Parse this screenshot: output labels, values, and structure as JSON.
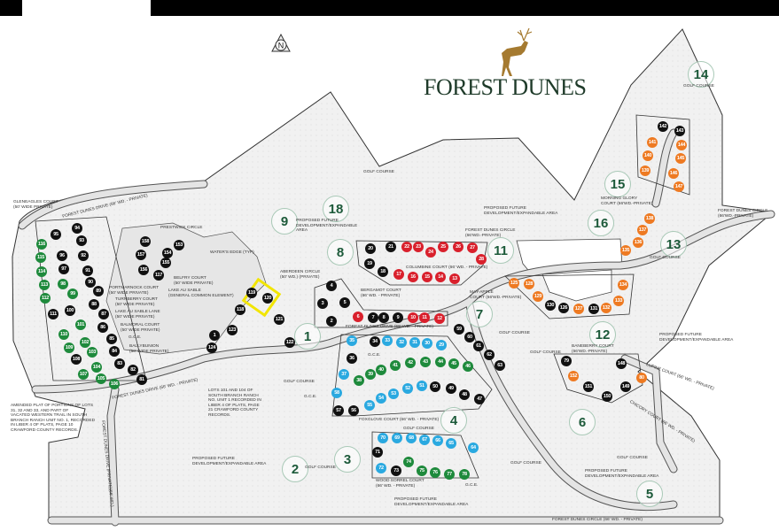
{
  "logo": {
    "text": "FOREST DUNES",
    "brand_color": "#1f3b2a",
    "deer_color": "#a57a30"
  },
  "north_arrow": "N",
  "lot_colors": {
    "black": "#111111",
    "green": "#1e8a3c",
    "red": "#d9202c",
    "blue": "#2aa9e0",
    "orange": "#ee7a22"
  },
  "highlight_color": "#f2e500",
  "highlighted_lots": [
    "119",
    "120"
  ],
  "holes": [
    "1",
    "2",
    "3",
    "4",
    "5",
    "6",
    "7",
    "8",
    "9",
    "11",
    "12",
    "13",
    "14",
    "15",
    "16",
    "18"
  ],
  "lots": [
    {
      "n": "95",
      "c": "black"
    },
    {
      "n": "94",
      "c": "black"
    },
    {
      "n": "116",
      "c": "green"
    },
    {
      "n": "93",
      "c": "black"
    },
    {
      "n": "96",
      "c": "black"
    },
    {
      "n": "115",
      "c": "green"
    },
    {
      "n": "92",
      "c": "black"
    },
    {
      "n": "97",
      "c": "black"
    },
    {
      "n": "114",
      "c": "green"
    },
    {
      "n": "91",
      "c": "black"
    },
    {
      "n": "113",
      "c": "green"
    },
    {
      "n": "98",
      "c": "green"
    },
    {
      "n": "90",
      "c": "black"
    },
    {
      "n": "99",
      "c": "green"
    },
    {
      "n": "89",
      "c": "black"
    },
    {
      "n": "112",
      "c": "green"
    },
    {
      "n": "88",
      "c": "black"
    },
    {
      "n": "111",
      "c": "black"
    },
    {
      "n": "100",
      "c": "black"
    },
    {
      "n": "87",
      "c": "black"
    },
    {
      "n": "101",
      "c": "green"
    },
    {
      "n": "86",
      "c": "black"
    },
    {
      "n": "110",
      "c": "green"
    },
    {
      "n": "102",
      "c": "green"
    },
    {
      "n": "85",
      "c": "black"
    },
    {
      "n": "109",
      "c": "green"
    },
    {
      "n": "103",
      "c": "green"
    },
    {
      "n": "84",
      "c": "black"
    },
    {
      "n": "108",
      "c": "black"
    },
    {
      "n": "104",
      "c": "green"
    },
    {
      "n": "83",
      "c": "black"
    },
    {
      "n": "82",
      "c": "black"
    },
    {
      "n": "107",
      "c": "green"
    },
    {
      "n": "105",
      "c": "green"
    },
    {
      "n": "106",
      "c": "green"
    },
    {
      "n": "81",
      "c": "black"
    },
    {
      "n": "158",
      "c": "black"
    },
    {
      "n": "153",
      "c": "black"
    },
    {
      "n": "157",
      "c": "black"
    },
    {
      "n": "154",
      "c": "black"
    },
    {
      "n": "155",
      "c": "black"
    },
    {
      "n": "156",
      "c": "black"
    },
    {
      "n": "117",
      "c": "black"
    },
    {
      "n": "119",
      "c": "black"
    },
    {
      "n": "118",
      "c": "black"
    },
    {
      "n": "123",
      "c": "black"
    },
    {
      "n": "1",
      "c": "black"
    },
    {
      "n": "124",
      "c": "black"
    },
    {
      "n": "120",
      "c": "black"
    },
    {
      "n": "121",
      "c": "black"
    },
    {
      "n": "122",
      "c": "black"
    },
    {
      "n": "20",
      "c": "black"
    },
    {
      "n": "21",
      "c": "black"
    },
    {
      "n": "22",
      "c": "red"
    },
    {
      "n": "23",
      "c": "red"
    },
    {
      "n": "24",
      "c": "red"
    },
    {
      "n": "25",
      "c": "red"
    },
    {
      "n": "26",
      "c": "red"
    },
    {
      "n": "27",
      "c": "red"
    },
    {
      "n": "28",
      "c": "red"
    },
    {
      "n": "19",
      "c": "black"
    },
    {
      "n": "18",
      "c": "black"
    },
    {
      "n": "17",
      "c": "red"
    },
    {
      "n": "16",
      "c": "red"
    },
    {
      "n": "15",
      "c": "red"
    },
    {
      "n": "14",
      "c": "red"
    },
    {
      "n": "13",
      "c": "red"
    },
    {
      "n": "4",
      "c": "black"
    },
    {
      "n": "3",
      "c": "black"
    },
    {
      "n": "5",
      "c": "black"
    },
    {
      "n": "2",
      "c": "black"
    },
    {
      "n": "6",
      "c": "red"
    },
    {
      "n": "7",
      "c": "black"
    },
    {
      "n": "8",
      "c": "black"
    },
    {
      "n": "9",
      "c": "black"
    },
    {
      "n": "10",
      "c": "red"
    },
    {
      "n": "11",
      "c": "red"
    },
    {
      "n": "12",
      "c": "red"
    },
    {
      "n": "59",
      "c": "black"
    },
    {
      "n": "60",
      "c": "black"
    },
    {
      "n": "61",
      "c": "black"
    },
    {
      "n": "62",
      "c": "black"
    },
    {
      "n": "63",
      "c": "black"
    },
    {
      "n": "35",
      "c": "blue"
    },
    {
      "n": "34",
      "c": "black"
    },
    {
      "n": "33",
      "c": "blue"
    },
    {
      "n": "32",
      "c": "blue"
    },
    {
      "n": "31",
      "c": "blue"
    },
    {
      "n": "30",
      "c": "blue"
    },
    {
      "n": "29",
      "c": "blue"
    },
    {
      "n": "36",
      "c": "black"
    },
    {
      "n": "37",
      "c": "blue"
    },
    {
      "n": "38",
      "c": "green"
    },
    {
      "n": "39",
      "c": "green"
    },
    {
      "n": "40",
      "c": "green"
    },
    {
      "n": "41",
      "c": "green"
    },
    {
      "n": "42",
      "c": "green"
    },
    {
      "n": "43",
      "c": "green"
    },
    {
      "n": "44",
      "c": "green"
    },
    {
      "n": "45",
      "c": "green"
    },
    {
      "n": "46",
      "c": "green"
    },
    {
      "n": "58",
      "c": "blue"
    },
    {
      "n": "55",
      "c": "blue"
    },
    {
      "n": "54",
      "c": "blue"
    },
    {
      "n": "53",
      "c": "blue"
    },
    {
      "n": "52",
      "c": "blue"
    },
    {
      "n": "51",
      "c": "blue"
    },
    {
      "n": "50",
      "c": "black"
    },
    {
      "n": "49",
      "c": "black"
    },
    {
      "n": "48",
      "c": "black"
    },
    {
      "n": "47",
      "c": "black"
    },
    {
      "n": "57",
      "c": "black"
    },
    {
      "n": "56",
      "c": "black"
    },
    {
      "n": "70",
      "c": "blue"
    },
    {
      "n": "69",
      "c": "blue"
    },
    {
      "n": "68",
      "c": "blue"
    },
    {
      "n": "67",
      "c": "blue"
    },
    {
      "n": "66",
      "c": "blue"
    },
    {
      "n": "65",
      "c": "blue"
    },
    {
      "n": "64",
      "c": "blue"
    },
    {
      "n": "71",
      "c": "black"
    },
    {
      "n": "74",
      "c": "green"
    },
    {
      "n": "72",
      "c": "blue"
    },
    {
      "n": "73",
      "c": "black"
    },
    {
      "n": "75",
      "c": "green"
    },
    {
      "n": "76",
      "c": "green"
    },
    {
      "n": "77",
      "c": "green"
    },
    {
      "n": "78",
      "c": "green"
    },
    {
      "n": "142",
      "c": "black"
    },
    {
      "n": "143",
      "c": "black"
    },
    {
      "n": "141",
      "c": "orange"
    },
    {
      "n": "144",
      "c": "orange"
    },
    {
      "n": "140",
      "c": "orange"
    },
    {
      "n": "145",
      "c": "orange"
    },
    {
      "n": "139",
      "c": "orange"
    },
    {
      "n": "146",
      "c": "orange"
    },
    {
      "n": "147",
      "c": "orange"
    },
    {
      "n": "138",
      "c": "orange"
    },
    {
      "n": "137",
      "c": "orange"
    },
    {
      "n": "136",
      "c": "orange"
    },
    {
      "n": "135",
      "c": "orange"
    },
    {
      "n": "125",
      "c": "orange"
    },
    {
      "n": "128",
      "c": "orange"
    },
    {
      "n": "129",
      "c": "orange"
    },
    {
      "n": "130",
      "c": "black"
    },
    {
      "n": "126",
      "c": "black"
    },
    {
      "n": "127",
      "c": "orange"
    },
    {
      "n": "131",
      "c": "black"
    },
    {
      "n": "132",
      "c": "orange"
    },
    {
      "n": "133",
      "c": "orange"
    },
    {
      "n": "134",
      "c": "orange"
    },
    {
      "n": "79",
      "c": "black"
    },
    {
      "n": "148",
      "c": "black"
    },
    {
      "n": "152",
      "c": "orange"
    },
    {
      "n": "80",
      "c": "orange"
    },
    {
      "n": "151",
      "c": "black"
    },
    {
      "n": "149",
      "c": "black"
    },
    {
      "n": "150",
      "c": "black"
    }
  ],
  "labels": [
    "Gleneagles Court\n(50' wide private)",
    "Forest Dunes Drive (66' wd. - private)",
    "Prestwick Circle",
    "Water's Edge (typ)",
    "Belfry Court\n(50' wide private)",
    "Lake Au Sable\n(general common element)",
    "Portmarnock Court\n(50' wide private)",
    "Turnberry Court\n(50' wide private)",
    "Lake Au Sable Lane\n(50' wide private)",
    "Balmoral Court\n(50' wide private)",
    "G.C.E.",
    "Ballybunion\n(50' wide private)",
    "Proposed Future\nDevelopment/Expandable\nArea",
    "Aberdeen Circle\n(50' wd.) (private)",
    "Golf Course",
    "Proposed Future\nDevelopment/Expandable Area",
    "Forest Dunes Circle\n(66'wd.-private)",
    "Columbine Court (66' wd. - private)",
    "Bergamot Court\n(66' wd. - private)",
    "May-Apple\nCourt (66'wd.-private)",
    "Golf Course",
    "Baneberry Court\n(66'wd.-private)",
    "Morning Glory\nCourt (66'wd.-private)",
    "Forest Dunes Circle\n(66'wd.-private)",
    "Golf Course",
    "Golf Course",
    "Proposed Future\nDevelopment/Expandable Area",
    "Forest Dunes Drive (66' wd. - private)",
    "G.C.E.",
    "Foxglove Court (66' wd. - private)",
    "G.C.E.",
    "Golf Course",
    "Golf Course",
    "Golf Course",
    "Wood Sorrel Court\n(66' wd. - private)",
    "G.C.E.",
    "Proposed Future\nDevelopment/Expandable Area",
    "Golf Course",
    "Golf Course",
    "Proposed Future\nDevelopment/Expandable Area",
    "Forest Dunes Circle (66' wd. - private)",
    "Lupine Court (66' wd. - private)",
    "Chicory Court (66' wd. - private)",
    "Proposed Future\nDevelopment/Expandable Area",
    "Amended plat of portions of lots\n31, 32 and 33, and part of\nvacated western trail in south\nbranch ranch unit no. 1, recorded\nin liber 4 of plats, page 10\ncrawford county records.",
    "Lots 101 and 104 of\nsouth branch ranch\nno. unit 1 recorded in\nliber 4 of plats, page\n21 crawford county\nrecords.",
    "Forest Dunes Drive (private)(66' wd.)",
    "Forest Dunes Drive (66' wd. - private)",
    "Golf Course"
  ]
}
